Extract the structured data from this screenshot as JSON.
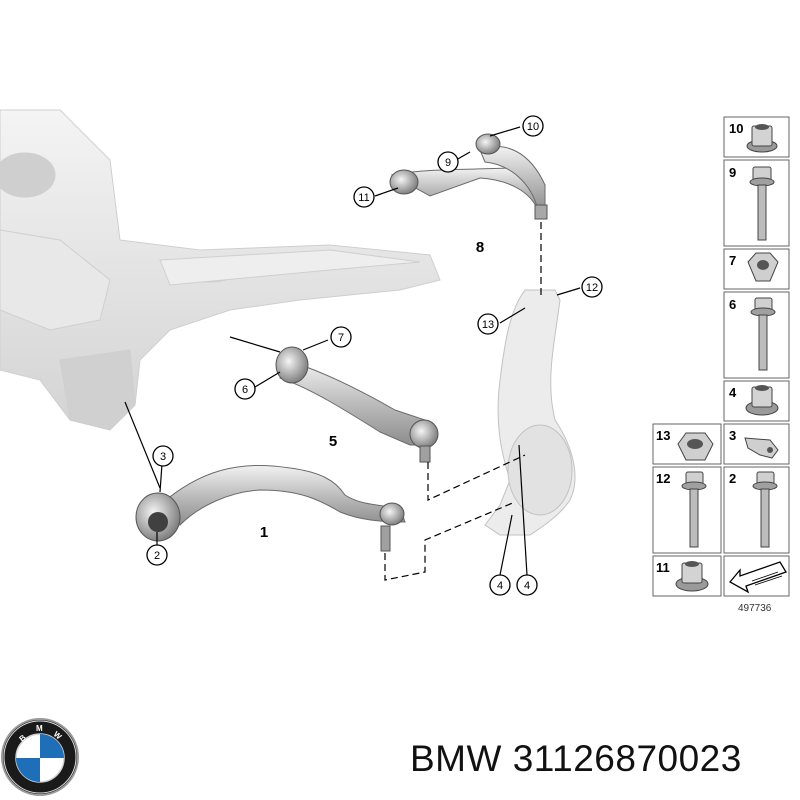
{
  "diagram": {
    "callouts": {
      "c1": "1",
      "c2": "2",
      "c3": "3",
      "c4a": "4",
      "c4b": "4",
      "c5": "5",
      "c6": "6",
      "c7": "7",
      "c8": "8",
      "c9": "9",
      "c10": "10",
      "c11": "11",
      "c12": "12",
      "c13": "13"
    },
    "parts_table": [
      {
        "num": "10",
        "icon": "flange-nut-icon"
      },
      {
        "num": "9",
        "icon": "bolt-icon"
      },
      {
        "num": "7",
        "icon": "hex-nut-icon"
      },
      {
        "num": "6",
        "icon": "bolt-icon"
      },
      {
        "num": "4",
        "icon": "flange-nut-icon"
      },
      {
        "num": "13",
        "icon": "hex-nut-icon"
      },
      {
        "num": "3",
        "icon": "bracket-icon"
      },
      {
        "num": "12",
        "icon": "bolt-icon"
      },
      {
        "num": "2",
        "icon": "bolt-icon"
      },
      {
        "num": "11",
        "icon": "flange-nut-icon"
      }
    ],
    "drawing_number": "497736"
  },
  "brand_logo": {
    "letters": "BMW"
  },
  "caption": {
    "brand": "BMW",
    "part_number": "31126870023"
  },
  "colors": {
    "part_grey": "#c9c9c9",
    "subframe_grey": "#dcdcdc",
    "line": "#000000",
    "box_border": "#555555"
  }
}
